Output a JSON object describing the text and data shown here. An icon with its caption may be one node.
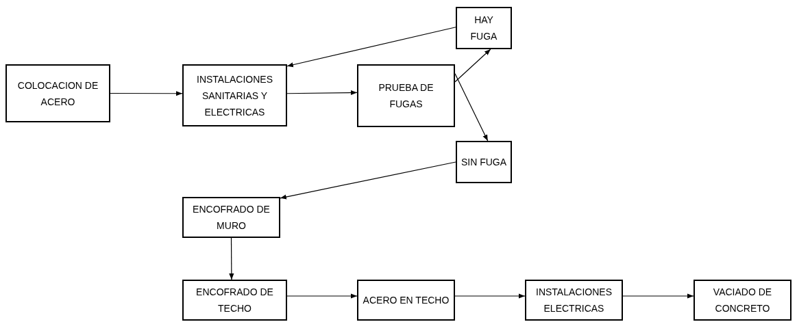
{
  "diagram": {
    "nodes": [
      {
        "text": [
          "COLOCACION DE ACERO"
        ]
      },
      {
        "text": [
          "INSTALACIONES SANITARIAS Y ELECTRICAS"
        ]
      },
      {
        "text": [
          "PRUEBA DE FUGAS"
        ]
      },
      {
        "text": [
          "HAY FUGA"
        ]
      },
      {
        "text": [
          "SIN FUGA"
        ]
      },
      {
        "text": [
          "ENCOFRADO DE MURO"
        ]
      },
      {
        "text": [
          "ENCOFRADO DE TECHO"
        ]
      },
      {
        "text": [
          "ACERO EN TECHO"
        ]
      },
      {
        "text": [
          "INSTALACIONES ELECTRICAS"
        ]
      },
      {
        "text": [
          "VACIADO DE CONCRETO"
        ]
      }
    ],
    "edges": [
      {
        "from": 0,
        "to": 1,
        "arrow": "to"
      },
      {
        "from": 1,
        "to": 2,
        "arrow": "to"
      },
      {
        "from": 2,
        "to": 3,
        "arrow": "to"
      },
      {
        "from": 3,
        "to": 1,
        "arrow": "to"
      },
      {
        "from": 2,
        "to": 4,
        "arrow": "to"
      },
      {
        "from": 4,
        "to": 5,
        "arrow": "to"
      },
      {
        "from": 5,
        "to": 6,
        "arrow": "to"
      },
      {
        "from": 6,
        "to": 7,
        "arrow": "to"
      },
      {
        "from": 7,
        "to": 8,
        "arrow": "to"
      },
      {
        "from": 8,
        "to": 9,
        "arrow": "to"
      }
    ]
  }
}
